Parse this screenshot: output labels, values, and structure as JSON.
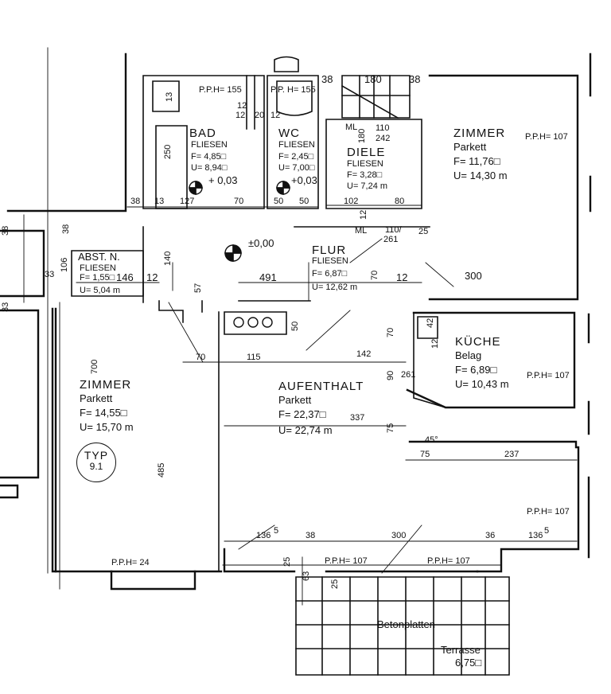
{
  "rooms": {
    "bad": {
      "name": "BAD",
      "floor": "FLIESEN",
      "area": "F= 4,85□",
      "perim": "U= 8,94□",
      "level": "+ 0,03"
    },
    "wc": {
      "name": "WC",
      "floor": "FLIESEN",
      "area": "F= 2,45□",
      "perim": "U= 7,00□",
      "level": "+0,03"
    },
    "diele": {
      "name": "DIELE",
      "floor": "FLIESEN",
      "area": "F= 3,28□",
      "perim": "U= 7,24 m"
    },
    "zimmer1": {
      "name": "ZIMMER",
      "floor": "Parkett",
      "area": "F= 11,76□",
      "perim": "U= 14,30 m"
    },
    "abst": {
      "name": "ABST. N.",
      "floor": "FLIESEN",
      "area": "F= 1,55□",
      "perim": "U= 5,04 m"
    },
    "flur": {
      "name": "FLUR",
      "floor": "FLIESEN",
      "area": "F= 6,87□",
      "perim": "U= 12,62 m"
    },
    "kueche": {
      "name": "KÜCHE",
      "floor": "Belag",
      "area": "F= 6,89□",
      "perim": "U= 10,43 m"
    },
    "zimmer2": {
      "name": "ZIMMER",
      "floor": "Parkett",
      "area": "F= 14,55□",
      "perim": "U= 15,70 m"
    },
    "aufenthalt": {
      "name": "AUFENTHALT",
      "floor": "Parkett",
      "area": "F= 22,37□",
      "perim": "U= 22,74 m"
    },
    "terrasse": {
      "name": "Terrasse",
      "area": "6,75□"
    }
  },
  "surface_label": "Betonplatten",
  "level_main": "±0,00",
  "typ": {
    "line1": "TYP",
    "line2": "9.1"
  },
  "parapets": {
    "bad": "P.P.H= 155",
    "wc": "P.P. H= 155",
    "zimmer1": "P.P.H= 107",
    "kueche": "P.P.H= 107",
    "aufenthalt": "P.P.H= 107",
    "zimmer2": "P.P.H= 24",
    "door1": "P.P.H= 107",
    "door2": "P.P.H= 107"
  },
  "ml_labels": [
    "ML",
    "ML"
  ],
  "dims": {
    "d38a": "38",
    "d180": "180",
    "d38b": "38",
    "d13": "13",
    "d12a": "12",
    "d12b": "12",
    "d20": "20",
    "d12c": "12",
    "d250": "250",
    "d110": "110",
    "d242": "242",
    "d180b": "180",
    "d38c": "38",
    "d13b": "13",
    "d127": "127",
    "d70a": "70",
    "d50a": "50",
    "d50b": "50",
    "d102": "102",
    "d80": "80",
    "d12d": "12",
    "d110_261": "110/",
    "d261": "261",
    "d25": "25",
    "d38d": "38",
    "d38e": "38",
    "d106": "106",
    "d33a": "33",
    "d146": "146",
    "d12e": "12",
    "d140": "140",
    "d491": "491",
    "d70b": "70",
    "d12f": "12",
    "d300a": "300",
    "d33b": "33",
    "d57": "57",
    "d50c": "50",
    "d42": "42",
    "d70c": "70",
    "d115": "115",
    "d142": "142",
    "d70d": "70",
    "d12g": "12",
    "d700": "700",
    "d90": "90",
    "d261b": "261",
    "d337": "337",
    "d75a": "75",
    "d45": "45°",
    "d75b": "75",
    "d237": "237",
    "d485": "485",
    "d1365a": "136",
    "d5a": "5",
    "d38f": "38",
    "d300b": "300",
    "d36": "36",
    "d1365b": "136",
    "d5b": "5",
    "d25b": "25",
    "d63": "63",
    "d25c": "25"
  }
}
